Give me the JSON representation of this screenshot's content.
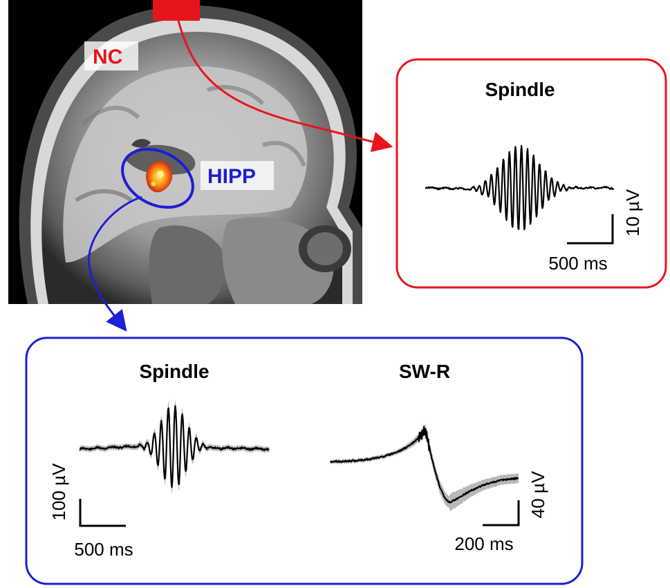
{
  "brain": {
    "nc_label": "NC",
    "hipp_label": "HIPP"
  },
  "neocortex_panel": {
    "title": "Spindle",
    "scale_x_label": "500 ms",
    "scale_y_label": "10 µV"
  },
  "hippocampus_panel": {
    "spindle": {
      "title": "Spindle",
      "scale_x_label": "500 ms",
      "scale_y_label": "100 µV"
    },
    "swr": {
      "title": "SW-R",
      "scale_x_label": "200 ms",
      "scale_y_label": "40 µV"
    }
  },
  "colors": {
    "neocortex": "#e8141c",
    "hippocampus": "#1b1fd6",
    "trace": "#000000",
    "trace_error": "#b8b8b8"
  }
}
